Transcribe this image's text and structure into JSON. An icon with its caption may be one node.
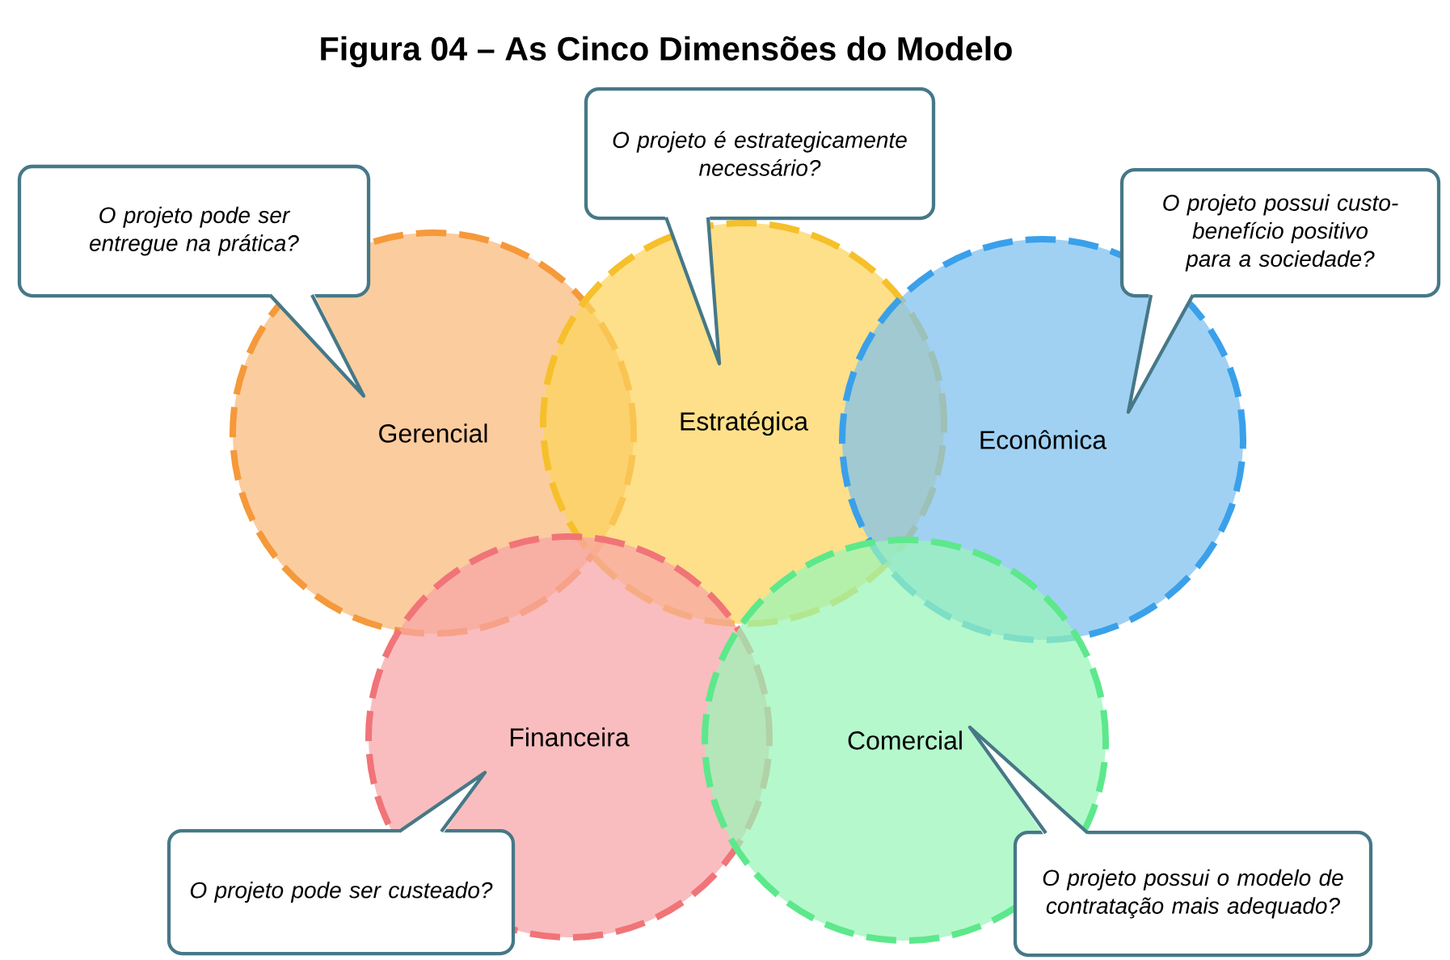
{
  "diagram": {
    "title": "Figura 04 – As Cinco Dimensões do Modelo",
    "nodes": [
      {
        "text": [
          "Gerencial"
        ]
      },
      {
        "text": [
          "Estratégica"
        ]
      },
      {
        "text": [
          "Econômica"
        ]
      },
      {
        "text": [
          "Financeira"
        ]
      },
      {
        "text": [
          "Comercial"
        ]
      },
      {
        "text": [
          "O projeto pode ser entregue na prática?"
        ]
      },
      {
        "text": [
          "O projeto é estrategicamente necessário?"
        ]
      },
      {
        "text": [
          "O projeto possui custo-benefício positivo para a sociedade?"
        ]
      },
      {
        "text": [
          "O projeto pode ser custeado?"
        ]
      },
      {
        "text": [
          "O projeto possui o modelo de contratação mais adequado?"
        ]
      }
    ]
  }
}
